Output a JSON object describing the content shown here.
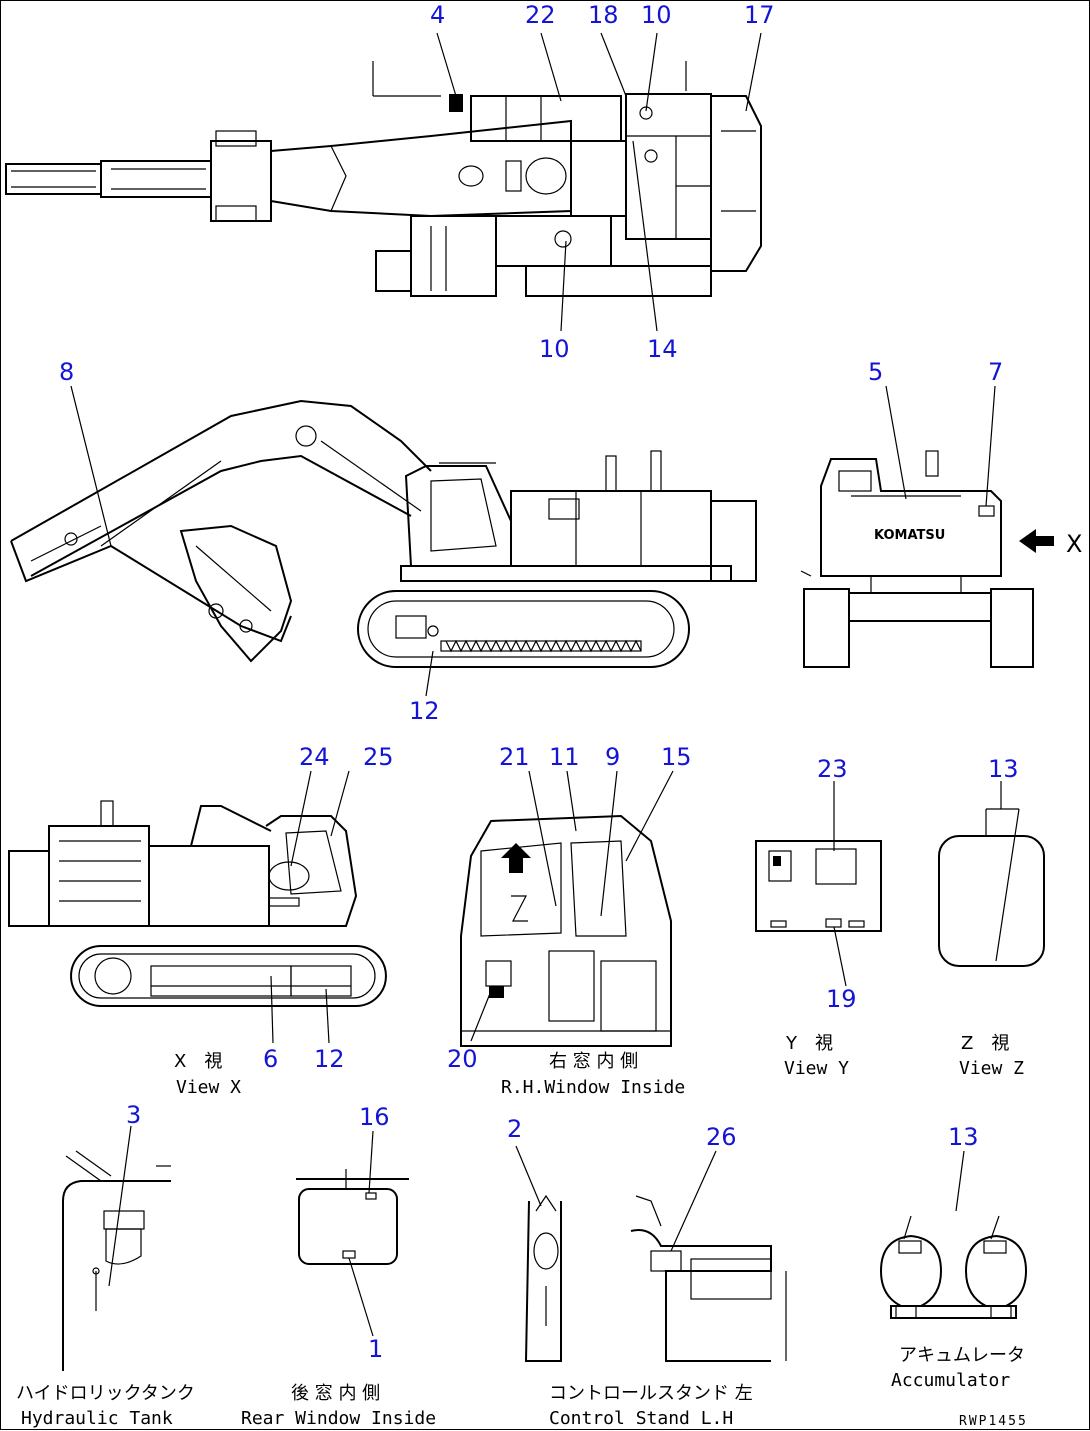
{
  "callouts": {
    "top_view": [
      "4",
      "22",
      "18",
      "10",
      "17",
      "10",
      "14"
    ],
    "side_view": [
      "8",
      "12"
    ],
    "rear_view": [
      "5",
      "7"
    ],
    "view_x": [
      "24",
      "25",
      "6",
      "12"
    ],
    "window_view": [
      "21",
      "11",
      "9",
      "15",
      "20"
    ],
    "view_y": [
      "23",
      "19"
    ],
    "view_z": [
      "13"
    ],
    "hydraulic_tank": [
      "3"
    ],
    "rear_window": [
      "16",
      "1"
    ],
    "control_stand": [
      "2",
      "26"
    ],
    "accumulator": [
      "13"
    ]
  },
  "arrow_label": "X",
  "brand_text": "KOMATSU",
  "captions": {
    "view_x": {
      "jp": "X　視",
      "en": "View X"
    },
    "window": {
      "jp": "右 窓 内 側",
      "en": "R.H.Window Inside"
    },
    "view_y": {
      "jp": "Y　視",
      "en": "View Y"
    },
    "view_z": {
      "jp": "Z　視",
      "en": "View Z"
    },
    "hydraulic": {
      "jp": "ハイドロリックタンク",
      "en": "Hydraulic Tank"
    },
    "rear_window": {
      "jp": "後 窓 内 側",
      "en": "Rear Window Inside"
    },
    "control_stand": {
      "jp": "コントロールスタンド 左",
      "en": "Control Stand L.H"
    },
    "accumulator": {
      "jp": "アキュムレータ",
      "en": "Accumulator"
    }
  },
  "drawing_code": "RWP1455",
  "colors": {
    "callout": "#1414d6",
    "line": "#000000"
  }
}
